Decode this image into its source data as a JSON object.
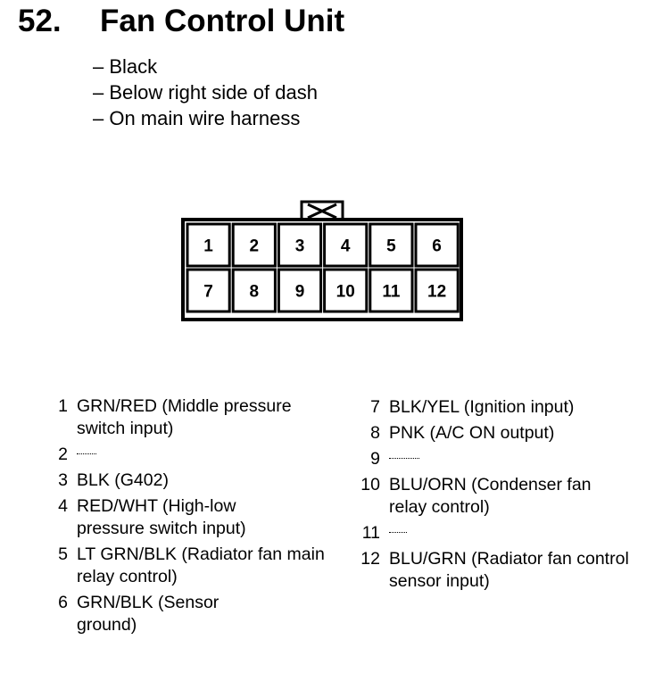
{
  "heading": {
    "number": "52.",
    "title": "Fan Control Unit"
  },
  "notes": [
    "– Black",
    "– Below right side of dash",
    "– On main wire harness"
  ],
  "connector": {
    "top_row": [
      "1",
      "2",
      "3",
      "4",
      "5",
      "6"
    ],
    "bottom_row": [
      "7",
      "8",
      "9",
      "10",
      "11",
      "12"
    ]
  },
  "pins_left": [
    {
      "pin": "1",
      "desc": "GRN/RED (Middle pressure switch input)"
    },
    {
      "pin": "2",
      "desc": ""
    },
    {
      "pin": "3",
      "desc": "BLK (G402)"
    },
    {
      "pin": "4",
      "desc": "RED/WHT (High-low pressure switch input)"
    },
    {
      "pin": "5",
      "desc": "LT GRN/BLK (Radiator fan main relay control)"
    },
    {
      "pin": "6",
      "desc": "GRN/BLK (Sensor ground)"
    }
  ],
  "pins_right": [
    {
      "pin": "7",
      "desc": "BLK/YEL (Ignition input)"
    },
    {
      "pin": "8",
      "desc": "PNK (A/C ON output)"
    },
    {
      "pin": "9",
      "desc": ""
    },
    {
      "pin": "10",
      "desc": "BLU/ORN (Condenser fan relay control)"
    },
    {
      "pin": "11",
      "desc": ""
    },
    {
      "pin": "12",
      "desc": "BLU/GRN (Radiator fan control sensor input)"
    }
  ]
}
